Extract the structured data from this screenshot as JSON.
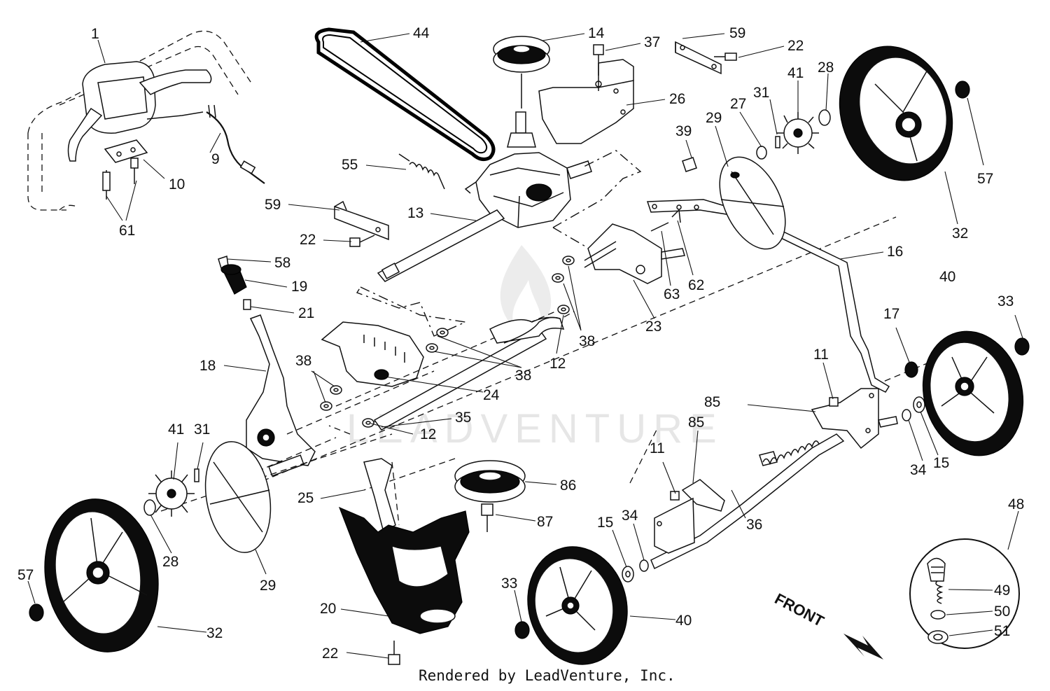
{
  "diagram": {
    "credit": "Rendered by LeadVenture, Inc.",
    "watermark": "LEADVENTURE",
    "direction_label": "FRONT",
    "callouts": [
      {
        "id": "1",
        "label": "1"
      },
      {
        "id": "9",
        "label": "9"
      },
      {
        "id": "10",
        "label": "10"
      },
      {
        "id": "61",
        "label": "61"
      },
      {
        "id": "44",
        "label": "44"
      },
      {
        "id": "14",
        "label": "14"
      },
      {
        "id": "37",
        "label": "37"
      },
      {
        "id": "26",
        "label": "26"
      },
      {
        "id": "59a",
        "label": "59"
      },
      {
        "id": "22a",
        "label": "22"
      },
      {
        "id": "41a",
        "label": "41"
      },
      {
        "id": "28a",
        "label": "28"
      },
      {
        "id": "31a",
        "label": "31"
      },
      {
        "id": "27",
        "label": "27"
      },
      {
        "id": "29a",
        "label": "29"
      },
      {
        "id": "39",
        "label": "39"
      },
      {
        "id": "57a",
        "label": "57"
      },
      {
        "id": "32a",
        "label": "32"
      },
      {
        "id": "55",
        "label": "55"
      },
      {
        "id": "59b",
        "label": "59"
      },
      {
        "id": "13",
        "label": "13"
      },
      {
        "id": "22b",
        "label": "22"
      },
      {
        "id": "58",
        "label": "58"
      },
      {
        "id": "19",
        "label": "19"
      },
      {
        "id": "21",
        "label": "21"
      },
      {
        "id": "16",
        "label": "16"
      },
      {
        "id": "62",
        "label": "62"
      },
      {
        "id": "63",
        "label": "63"
      },
      {
        "id": "23",
        "label": "23"
      },
      {
        "id": "38a",
        "label": "38"
      },
      {
        "id": "12a",
        "label": "12"
      },
      {
        "id": "38b",
        "label": "38"
      },
      {
        "id": "40a",
        "label": "40"
      },
      {
        "id": "33a",
        "label": "33"
      },
      {
        "id": "17",
        "label": "17"
      },
      {
        "id": "18",
        "label": "18"
      },
      {
        "id": "38c",
        "label": "38"
      },
      {
        "id": "24",
        "label": "24"
      },
      {
        "id": "11a",
        "label": "11"
      },
      {
        "id": "85a",
        "label": "85"
      },
      {
        "id": "35",
        "label": "35"
      },
      {
        "id": "12b",
        "label": "12"
      },
      {
        "id": "41b",
        "label": "41"
      },
      {
        "id": "31b",
        "label": "31"
      },
      {
        "id": "34a",
        "label": "34"
      },
      {
        "id": "15a",
        "label": "15"
      },
      {
        "id": "11b",
        "label": "11"
      },
      {
        "id": "85b",
        "label": "85"
      },
      {
        "id": "86",
        "label": "86"
      },
      {
        "id": "25",
        "label": "25"
      },
      {
        "id": "36",
        "label": "36"
      },
      {
        "id": "87",
        "label": "87"
      },
      {
        "id": "15b",
        "label": "15"
      },
      {
        "id": "34b",
        "label": "34"
      },
      {
        "id": "28b",
        "label": "28"
      },
      {
        "id": "29b",
        "label": "29"
      },
      {
        "id": "57b",
        "label": "57"
      },
      {
        "id": "33b",
        "label": "33"
      },
      {
        "id": "20",
        "label": "20"
      },
      {
        "id": "40b",
        "label": "40"
      },
      {
        "id": "32b",
        "label": "32"
      },
      {
        "id": "22c",
        "label": "22"
      },
      {
        "id": "48",
        "label": "48"
      },
      {
        "id": "49",
        "label": "49"
      },
      {
        "id": "50",
        "label": "50"
      },
      {
        "id": "51",
        "label": "51"
      }
    ]
  }
}
